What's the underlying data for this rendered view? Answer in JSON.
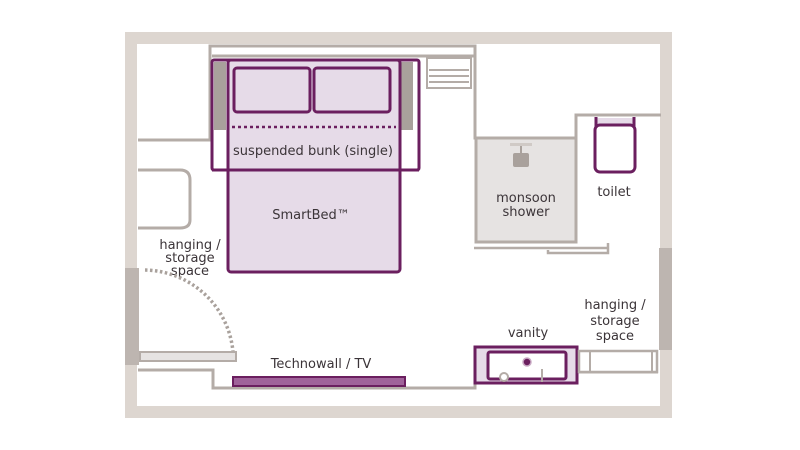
{
  "labels": {
    "bunk": "suspended bunk (single)",
    "bed": "SmartBed™",
    "shower_line1": "monsoon",
    "shower_line2": "shower",
    "toilet": "toilet",
    "left_storage": [
      "hanging /",
      "storage",
      "space"
    ],
    "right_storage": [
      "hanging /",
      "storage",
      "space"
    ],
    "vanity": "vanity",
    "technowall": "Technowall / TV"
  },
  "colors": {
    "accent_purple": "#6b1f5f",
    "furniture_fill": "#e6dbe8",
    "wall_gray": "#b4aca7",
    "frame_beige": "#ddd6d0",
    "shower_fill": "#e6e3e2"
  }
}
